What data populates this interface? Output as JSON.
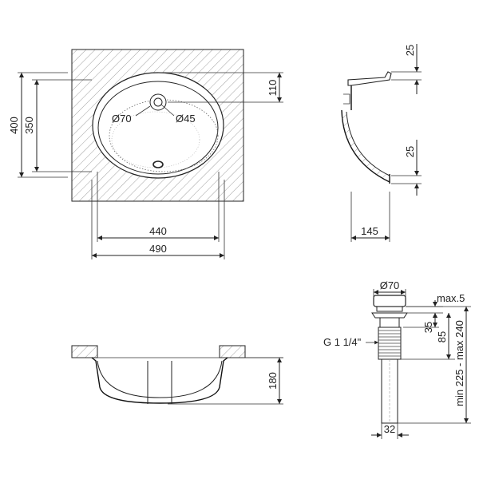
{
  "top_view": {
    "total_height": "400",
    "bowl_height": "350",
    "tap_hole_offset": "110",
    "tap_hole_diameter": "Ø45",
    "overflow_diameter": "Ø70",
    "bowl_width": "440",
    "total_width": "490"
  },
  "side_view": {
    "top_rim": "25",
    "lower_rim": "25",
    "depth": "145"
  },
  "front_view": {
    "bowl_depth": "180"
  },
  "drain": {
    "cap_diameter": "Ø70",
    "max_gap": "max.5",
    "flange_height": "35",
    "body_height": "85",
    "thread": "G 1 1/4\"",
    "adjustable_length": "min 225 - max 240",
    "pipe_diameter": "32"
  },
  "colors": {
    "line": "#222222",
    "background": "#ffffff"
  }
}
